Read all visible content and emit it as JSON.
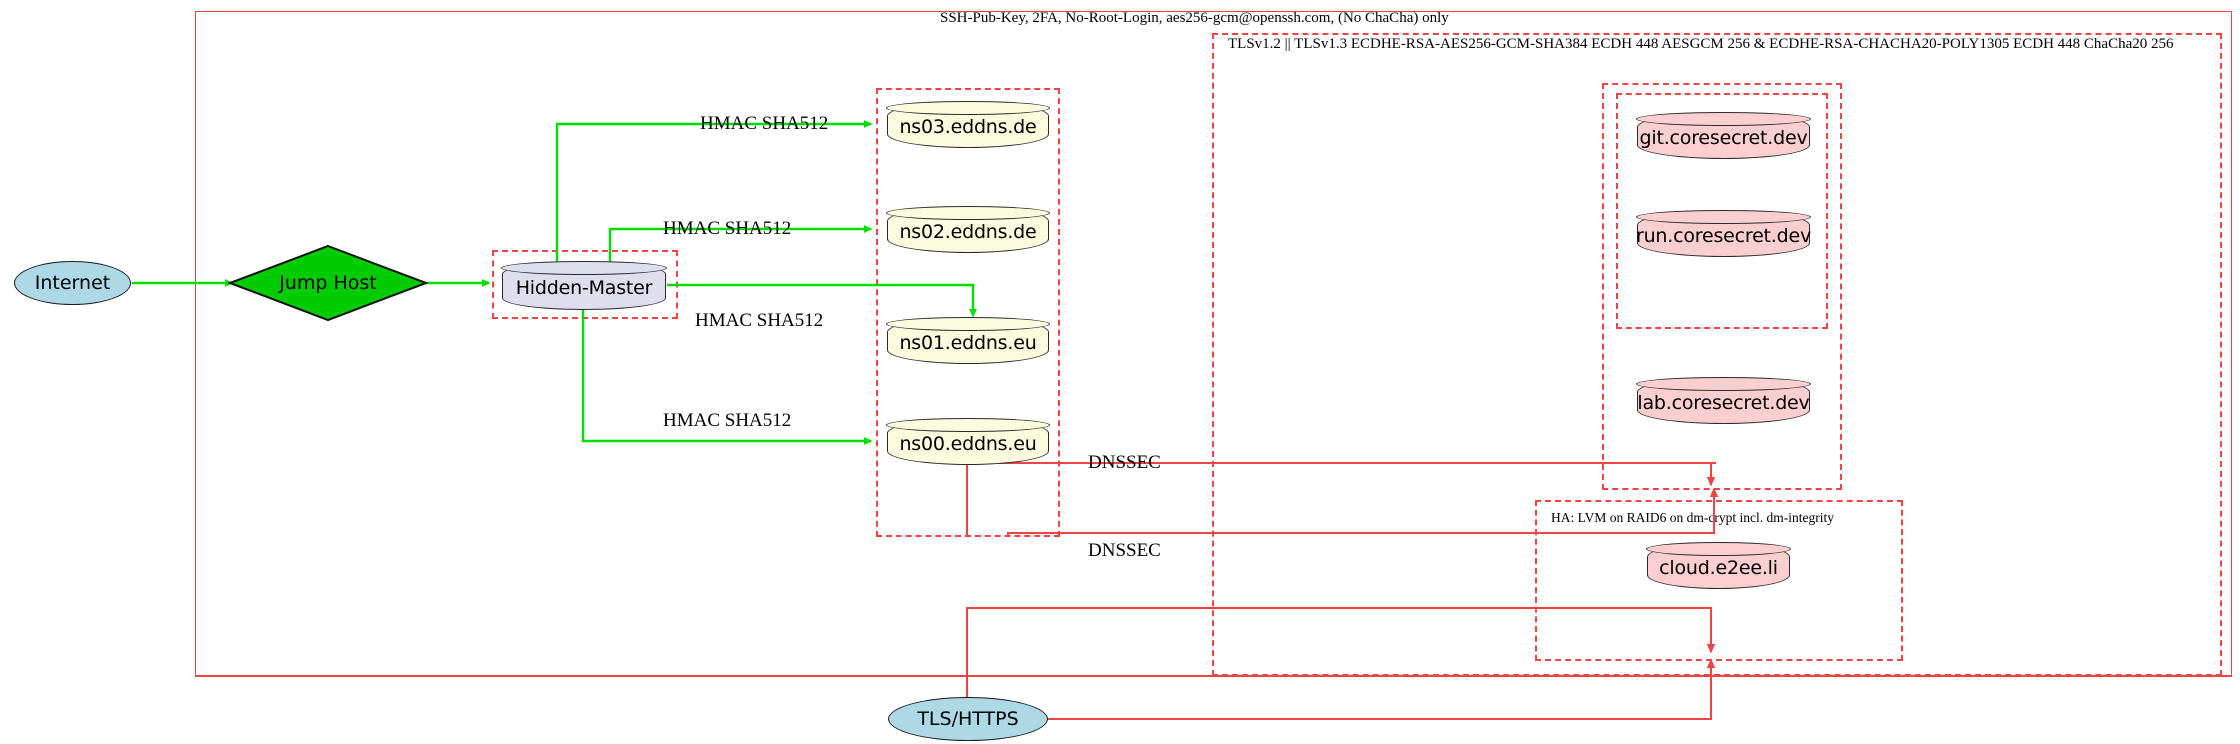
{
  "diagram": {
    "title_label": "SSH-Pub-Key, 2FA, No-Root-Login, aes256-gcm@openssh.com, (No ChaCha) only",
    "tls_label": "TLSv1.2 || TLSv1.3 ECDHE-RSA-AES256-GCM-SHA384 ECDH 448 AESGCM 256 & ECDHE-RSA-CHACHA20-POLY1305 ECDH 448 ChaCha20 256",
    "ha_label": "HA: LVM on RAID6 on dm-crypt incl. dm-integrity"
  },
  "nodes": {
    "internet": "Internet",
    "jump_host": "Jump Host",
    "hidden_master": "Hidden-Master",
    "tls_https": "TLS/HTTPS",
    "cloud": "cloud.e2ee.li"
  },
  "dns_servers": [
    {
      "label": "ns03.eddns.de"
    },
    {
      "label": "ns02.eddns.de"
    },
    {
      "label": "ns01.eddns.eu"
    },
    {
      "label": "ns00.eddns.eu"
    }
  ],
  "services": [
    {
      "label": "git.coresecret.dev"
    },
    {
      "label": "run.coresecret.dev"
    },
    {
      "label": "lab.coresecret.dev"
    }
  ],
  "edge_labels": {
    "hmac": [
      "HMAC SHA512",
      "HMAC SHA512",
      "HMAC SHA512",
      "HMAC SHA512"
    ],
    "dnssec": [
      "DNSSEC",
      "DNSSEC"
    ]
  },
  "colors": {
    "boundary_red": "#ef4444",
    "link_green": "#00e000",
    "node_dns_fill": "#fbfbdd",
    "node_master_fill": "#dedeef",
    "node_service_fill": "#fbcfcf",
    "node_cloud_fill": "#add8e6",
    "jump_host_fill": "#00cc00"
  }
}
